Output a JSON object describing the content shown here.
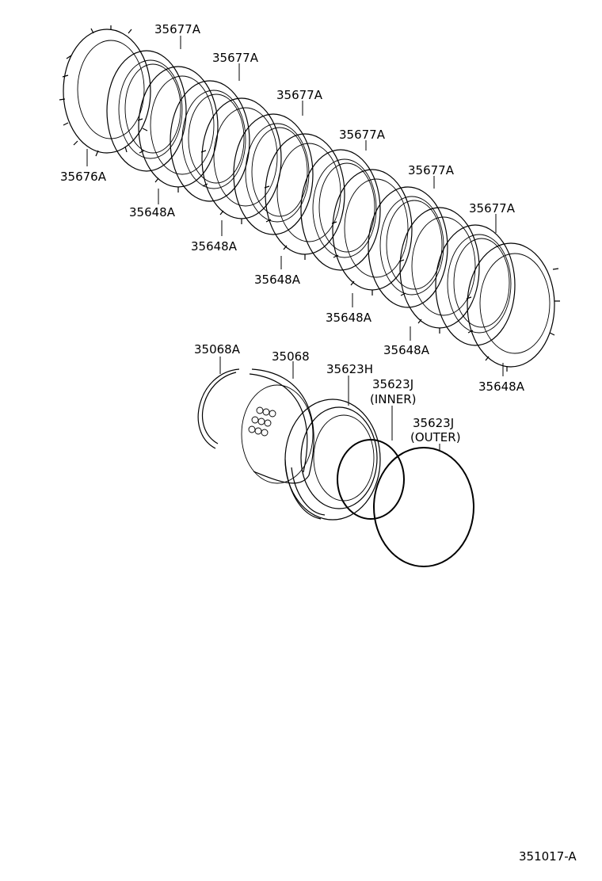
{
  "diagram_code": "351017-A",
  "labels": {
    "p35677a_1": "35677A",
    "p35677a_2": "35677A",
    "p35677a_3": "35677A",
    "p35677a_4": "35677A",
    "p35677a_5": "35677A",
    "p35677a_6": "35677A",
    "p35676a": "35676A",
    "p35648a_1": "35648A",
    "p35648a_2": "35648A",
    "p35648a_3": "35648A",
    "p35648a_4": "35648A",
    "p35648a_5": "35648A",
    "p35648a_6": "35648A",
    "p35068a": "35068A",
    "p35068": "35068",
    "p35623h": "35623H",
    "p35623j_inner": "35623J",
    "p35623j_inner_note": "(INNER)",
    "p35623j_outer": "35623J",
    "p35623j_outer_note": "(OUTER)"
  }
}
